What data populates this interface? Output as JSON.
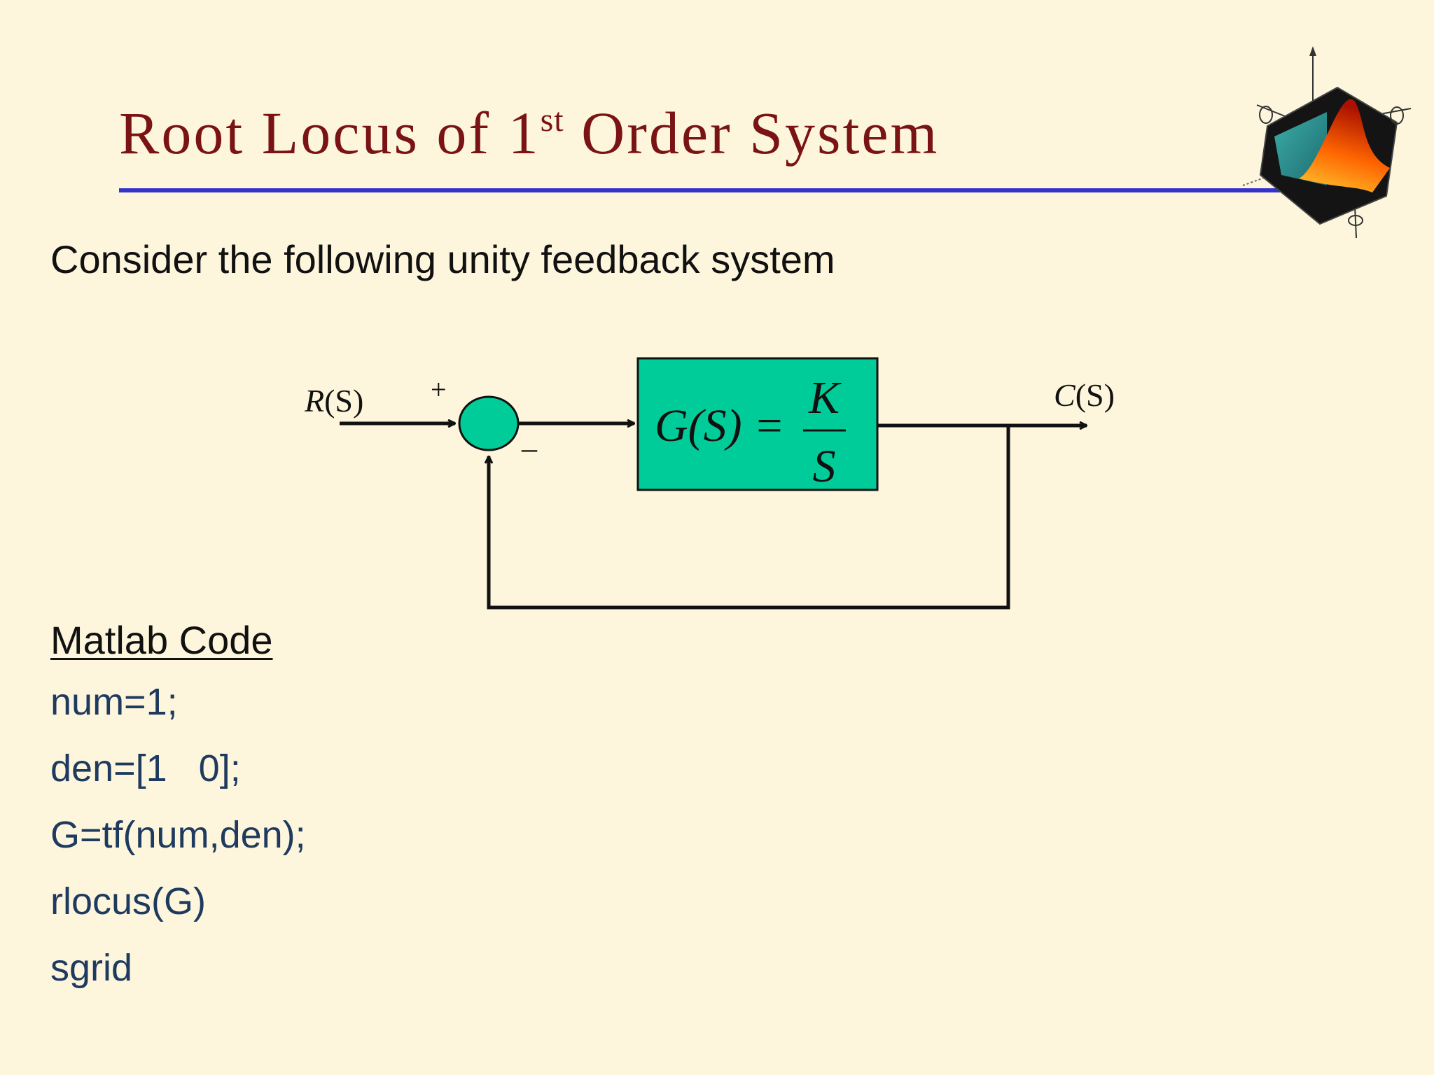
{
  "slide": {
    "title_main": "Root Locus of 1",
    "title_sup": "st",
    "title_rest": " Order System",
    "intro": "Consider the following unity feedback system"
  },
  "diagram": {
    "input_label_func": "R",
    "input_label_arg": "(S)",
    "output_label_func": "C",
    "output_label_arg": "(S)",
    "plus_sign": "+",
    "minus_sign": "–",
    "block_lhs": "G(S) =",
    "block_num": "K",
    "block_den": "S",
    "block_fill": "#00cc99",
    "junction_fill": "#00cc99"
  },
  "code": {
    "heading": "Matlab Code",
    "lines": [
      "num=1;",
      "den=[1   0];",
      "G=tf(num,den);",
      "rlocus(G)",
      "sgrid"
    ]
  },
  "colors": {
    "background": "#fdf5dc",
    "title": "#7a1414",
    "rule": "#3333cc",
    "code_text": "#1e3a5f"
  }
}
